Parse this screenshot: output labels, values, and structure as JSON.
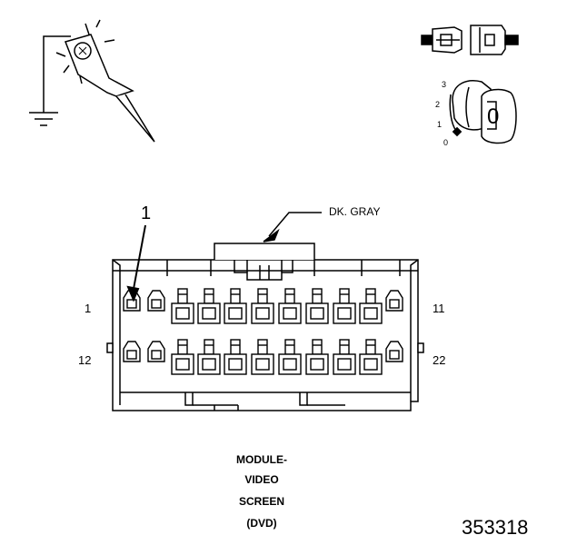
{
  "callout": {
    "color_label": "DK. GRAY",
    "pin_pointer": "1"
  },
  "pins": {
    "top_left": "1",
    "top_right": "11",
    "bottom_left": "12",
    "bottom_right": "22"
  },
  "title_lines": [
    "MODULE-",
    "VIDEO",
    "SCREEN",
    "(DVD)"
  ],
  "figure_id": "353318",
  "ignition_key": {
    "positions": [
      "3",
      "2",
      "1",
      "0"
    ],
    "key_glyph": "0"
  },
  "icons": {
    "probe": "test-light-probe-icon",
    "ground": "ground-symbol-icon",
    "disconnect": "connector-disconnect-icon",
    "ignition": "ignition-key-icon"
  }
}
